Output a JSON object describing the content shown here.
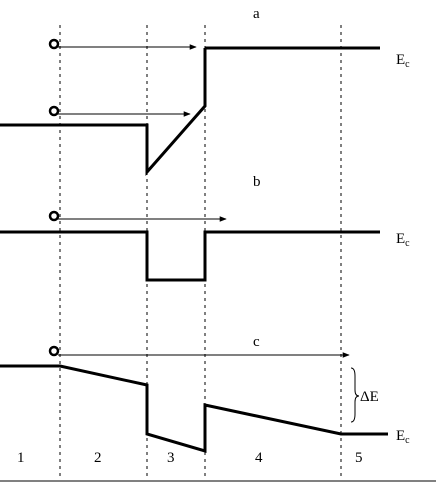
{
  "panels": {
    "a": {
      "label": "a",
      "ec_label": "E",
      "ec_sub": "c"
    },
    "b": {
      "label": "b",
      "ec_label": "E",
      "ec_sub": "c"
    },
    "c": {
      "label": "c",
      "ec_label": "E",
      "ec_sub": "c",
      "offset_label": "ΔE"
    }
  },
  "regions": [
    "1",
    "2",
    "3",
    "4",
    "5"
  ],
  "icons": {
    "electron": "electron-circle-icon",
    "arrow": "right-arrow-icon",
    "brace": "curly-brace-icon"
  },
  "colors": {
    "line": "#000000",
    "background": "#ffffff"
  }
}
